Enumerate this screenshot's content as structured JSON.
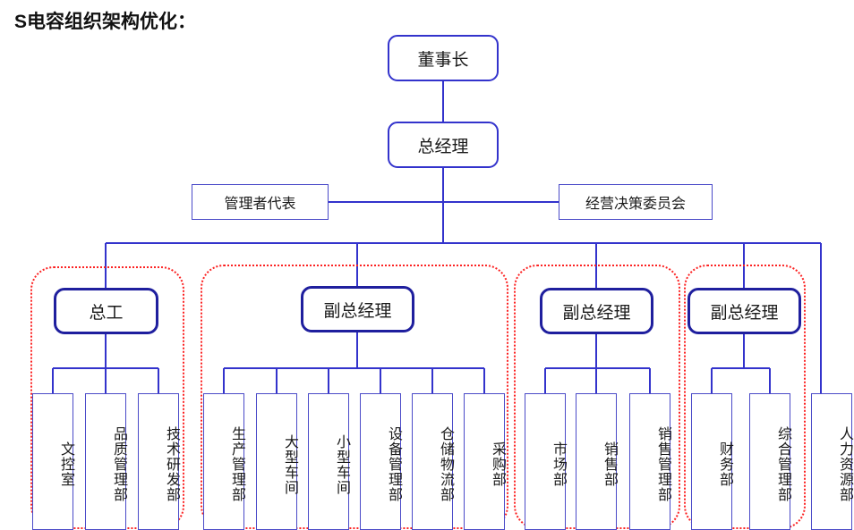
{
  "title": "S电容组织架构优化：",
  "colors": {
    "exec_border": "#3333cc",
    "division_border": "#1f1f9e",
    "staff_border": "#4a4ac8",
    "group_outline": "#fc2222",
    "connector": "#3333cc",
    "text": "#1a1a1a",
    "background": "#ffffff"
  },
  "chart_data": {
    "type": "diagram",
    "title": "S电容组织架构优化：",
    "diagram_kind": "organization-chart",
    "levels": [
      {
        "level": 1,
        "nodes": [
          "董事长"
        ]
      },
      {
        "level": 2,
        "nodes": [
          "总经理"
        ]
      },
      {
        "level": 3,
        "nodes": [
          "管理者代表",
          "经营决策委员会"
        ]
      },
      {
        "level": 4,
        "nodes": [
          "总工",
          "副总经理",
          "副总经理",
          "副总经理"
        ]
      },
      {
        "level": 5,
        "nodes": [
          "文控室",
          "品质管理部",
          "技术研发部",
          "生产管理部",
          "大型车间",
          "小型车间",
          "设备管理部",
          "仓储物流部",
          "采购部",
          "市场部",
          "销售部",
          "销售管理部",
          "财务部",
          "综合管理部",
          "人力资源部"
        ]
      }
    ],
    "edges": [
      {
        "from": "董事长",
        "to": "总经理"
      },
      {
        "from": "总经理",
        "to": "管理者代表"
      },
      {
        "from": "总经理",
        "to": "经营决策委员会"
      },
      {
        "from": "总经理",
        "to": "总工"
      },
      {
        "from": "总经理",
        "to": "副总经理(生产)"
      },
      {
        "from": "总经理",
        "to": "副总经理(营销)"
      },
      {
        "from": "总经理",
        "to": "副总经理(行政)"
      },
      {
        "from": "总经理",
        "to": "人力资源部"
      },
      {
        "from": "总工",
        "to": "文控室"
      },
      {
        "from": "总工",
        "to": "品质管理部"
      },
      {
        "from": "总工",
        "to": "技术研发部"
      },
      {
        "from": "副总经理(生产)",
        "to": "生产管理部"
      },
      {
        "from": "副总经理(生产)",
        "to": "大型车间"
      },
      {
        "from": "副总经理(生产)",
        "to": "小型车间"
      },
      {
        "from": "副总经理(生产)",
        "to": "设备管理部"
      },
      {
        "from": "副总经理(生产)",
        "to": "仓储物流部"
      },
      {
        "from": "副总经理(生产)",
        "to": "采购部"
      },
      {
        "from": "副总经理(营销)",
        "to": "市场部"
      },
      {
        "from": "副总经理(营销)",
        "to": "销售部"
      },
      {
        "from": "副总经理(营销)",
        "to": "销售管理部"
      },
      {
        "from": "副总经理(行政)",
        "to": "财务部"
      },
      {
        "from": "副总经理(行政)",
        "to": "综合管理部"
      }
    ],
    "grouping_note": "四个红色虚线分组框分别围绕 总工、副总经理（生产）、副总经理（营销）、副总经理（行政） 及其下属部门；人力资源部在分组框之外，直接挂在总经理横向总线上。"
  },
  "top": {
    "chairman": "董事长",
    "general_manager": "总经理"
  },
  "staff": {
    "management_rep": "管理者代表",
    "decision_committee": "经营决策委员会"
  },
  "divisions": [
    {
      "head": "总工",
      "departments": [
        "文控室",
        "品质管理部",
        "技术研发部"
      ]
    },
    {
      "head": "副总经理",
      "departments": [
        "生产管理部",
        "大型车间",
        "小型车间",
        "设备管理部",
        "仓储物流部",
        "采购部"
      ]
    },
    {
      "head": "副总经理",
      "departments": [
        "市场部",
        "销售部",
        "销售管理部"
      ]
    },
    {
      "head": "副总经理",
      "departments": [
        "财务部",
        "综合管理部"
      ]
    }
  ],
  "standalone": {
    "hr": "人力资源部"
  }
}
